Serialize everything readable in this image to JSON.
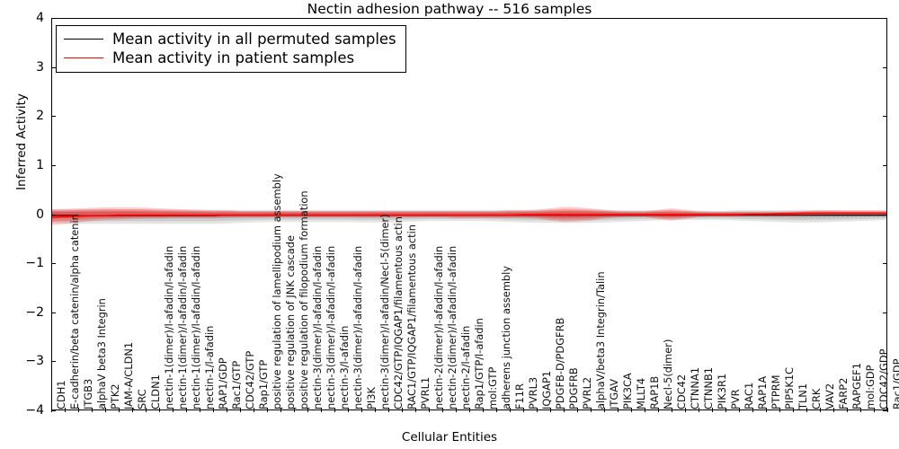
{
  "chart_data": {
    "type": "line",
    "title": "Nectin adhesion pathway -- 516 samples",
    "xlabel": "Cellular Entities",
    "ylabel": "Inferred Activity",
    "ylim": [
      -4,
      4
    ],
    "yticks": [
      -4,
      -3,
      -2,
      -1,
      0,
      1,
      2,
      3,
      4
    ],
    "grid": false,
    "legend_position": "upper left",
    "legend": [
      {
        "label": "Mean activity in all permuted samples",
        "color": "#000000"
      },
      {
        "label": "Mean activity in patient samples",
        "color": "#ff0000"
      }
    ],
    "categories": [
      "CDH1",
      "E-cadherin/beta catenin/alpha catenin",
      "ITGB3",
      "alphaV beta3 Integrin",
      "PTK2",
      "JAM-A/CLDN1",
      "SRC",
      "CLDN1",
      "nectin-1(dimer)/l-afadin/l-afadin",
      "nectin-1(dimer)/l-afadin/l-afadin",
      "nectin-1(dimer)/l-afadin/l-afadin",
      "nectin-1/l-afadin",
      "RAP1/GDP",
      "Rac1/GTP",
      "CDC42/GTP",
      "Rap1/GTP",
      "positive regulation of lamellipodium assembly",
      "positive regulation of JNK cascade",
      "positive regulation of filopodium formation",
      "nectin-3(dimer)/l-afadin/l-afadin",
      "nectin-3(dimer)/l-afadin/l-afadin",
      "nectin-3/l-afadin",
      "nectin-3(dimer)/l-afadin/l-afadin",
      "PI3K",
      "nectin-3(dimer)/l-afadin/Necl-5(dimer)",
      "CDC42/GTP/IQGAP1/filamentous actin",
      "RAC1/GTP/IQGAP1/filamentous actin",
      "PVRL1",
      "nectin-2(dimer)/l-afadin/l-afadin",
      "nectin-2(dimer)/l-afadin/l-afadin",
      "nectin-2/l-afadin",
      "Rap1/GTP/l-afadin",
      "mol:GTP",
      "adherens junction assembly",
      "F11R",
      "PVRL3",
      "IQGAP1",
      "PDGFB-D/PDGFRB",
      "PDGFRB",
      "PVRL2",
      "alphaV/beta3 Integrin/Talin",
      "ITGAV",
      "PIK3CA",
      "MLLT4",
      "RAP1B",
      "Necl-5(dimer)",
      "CDC42",
      "CTNNA1",
      "CTNNB1",
      "PIK3R1",
      "PVR",
      "RAC1",
      "RAP1A",
      "PTPRM",
      "PIP5K1C",
      "TLN1",
      "CRK",
      "VAV2",
      "FARP2",
      "RAPGEF1",
      "mol:GDP",
      "CDC42/GDP",
      "Rac1/GDP"
    ],
    "series": [
      {
        "name": "Mean activity in all permuted samples",
        "color": "#000000",
        "values": [
          -0.02,
          -0.02,
          -0.03,
          -0.03,
          -0.03,
          -0.03,
          -0.03,
          -0.03,
          -0.03,
          -0.03,
          -0.03,
          -0.03,
          -0.03,
          -0.02,
          -0.02,
          -0.02,
          -0.02,
          -0.02,
          -0.02,
          -0.02,
          -0.02,
          -0.02,
          -0.02,
          -0.02,
          -0.02,
          -0.02,
          -0.02,
          -0.02,
          -0.02,
          -0.02,
          -0.02,
          -0.02,
          -0.02,
          -0.02,
          -0.02,
          -0.02,
          -0.02,
          -0.02,
          -0.02,
          -0.02,
          -0.02,
          -0.02,
          -0.02,
          -0.02,
          -0.02,
          -0.02,
          -0.02,
          -0.02,
          -0.02,
          -0.02,
          -0.02,
          -0.02,
          -0.02,
          -0.02,
          -0.02,
          -0.02,
          -0.02,
          -0.02,
          -0.02,
          -0.02,
          -0.02,
          -0.02,
          -0.02
        ],
        "band_lower": [
          -0.18,
          -0.19,
          -0.2,
          -0.2,
          -0.2,
          -0.2,
          -0.2,
          -0.2,
          -0.2,
          -0.2,
          -0.2,
          -0.2,
          -0.2,
          -0.19,
          -0.18,
          -0.17,
          -0.16,
          -0.16,
          -0.16,
          -0.16,
          -0.16,
          -0.16,
          -0.16,
          -0.17,
          -0.17,
          -0.17,
          -0.16,
          -0.15,
          -0.14,
          -0.14,
          -0.14,
          -0.14,
          -0.14,
          -0.15,
          -0.16,
          -0.17,
          -0.18,
          -0.18,
          -0.18,
          -0.18,
          -0.18,
          -0.17,
          -0.16,
          -0.15,
          -0.14,
          -0.13,
          -0.12,
          -0.12,
          -0.12,
          -0.12,
          -0.12,
          -0.13,
          -0.14,
          -0.15,
          -0.16,
          -0.17,
          -0.17,
          -0.17,
          -0.16,
          -0.15,
          -0.14,
          -0.13,
          -0.12
        ],
        "band_upper": [
          0.1,
          0.1,
          0.1,
          0.1,
          0.1,
          0.1,
          0.1,
          0.1,
          0.09,
          0.09,
          0.09,
          0.09,
          0.09,
          0.09,
          0.08,
          0.08,
          0.08,
          0.08,
          0.08,
          0.08,
          0.08,
          0.08,
          0.08,
          0.08,
          0.08,
          0.08,
          0.08,
          0.08,
          0.08,
          0.08,
          0.08,
          0.08,
          0.08,
          0.08,
          0.09,
          0.09,
          0.09,
          0.09,
          0.09,
          0.09,
          0.09,
          0.09,
          0.08,
          0.08,
          0.08,
          0.08,
          0.07,
          0.07,
          0.07,
          0.07,
          0.07,
          0.08,
          0.08,
          0.08,
          0.08,
          0.08,
          0.08,
          0.08,
          0.08,
          0.07,
          0.07,
          0.07,
          0.07
        ]
      },
      {
        "name": "Mean activity in patient samples",
        "color": "#ff0000",
        "values": [
          -0.06,
          -0.05,
          -0.04,
          -0.03,
          -0.03,
          -0.02,
          -0.02,
          -0.02,
          -0.02,
          -0.02,
          -0.02,
          -0.02,
          -0.02,
          -0.02,
          -0.02,
          -0.02,
          -0.02,
          -0.02,
          -0.02,
          -0.02,
          -0.02,
          -0.02,
          -0.02,
          -0.02,
          -0.02,
          -0.02,
          -0.02,
          -0.02,
          -0.02,
          -0.02,
          -0.02,
          -0.02,
          -0.02,
          -0.02,
          -0.02,
          -0.01,
          -0.01,
          -0.01,
          -0.01,
          -0.01,
          -0.01,
          -0.01,
          -0.01,
          -0.01,
          -0.01,
          -0.01,
          -0.01,
          -0.01,
          -0.01,
          -0.01,
          -0.01,
          -0.01,
          0.0,
          0.0,
          0.01,
          0.01,
          0.02,
          0.02,
          0.02,
          0.02,
          0.02,
          0.02,
          0.02
        ],
        "band_lower": [
          -0.22,
          -0.2,
          -0.17,
          -0.14,
          -0.12,
          -0.11,
          -0.1,
          -0.09,
          -0.09,
          -0.08,
          -0.08,
          -0.08,
          -0.08,
          -0.07,
          -0.07,
          -0.07,
          -0.07,
          -0.07,
          -0.07,
          -0.07,
          -0.07,
          -0.07,
          -0.07,
          -0.07,
          -0.07,
          -0.07,
          -0.07,
          -0.07,
          -0.07,
          -0.07,
          -0.08,
          -0.08,
          -0.08,
          -0.08,
          -0.08,
          -0.08,
          -0.09,
          -0.13,
          -0.16,
          -0.15,
          -0.13,
          -0.09,
          -0.07,
          -0.06,
          -0.06,
          -0.1,
          -0.13,
          -0.1,
          -0.06,
          -0.05,
          -0.05,
          -0.05,
          -0.04,
          -0.04,
          -0.04,
          -0.04,
          -0.03,
          -0.02,
          -0.01,
          -0.01,
          -0.01,
          -0.01,
          -0.01
        ],
        "band_upper": [
          0.1,
          0.11,
          0.12,
          0.13,
          0.14,
          0.14,
          0.14,
          0.13,
          0.12,
          0.11,
          0.1,
          0.09,
          0.08,
          0.08,
          0.07,
          0.07,
          0.07,
          0.07,
          0.07,
          0.07,
          0.07,
          0.07,
          0.07,
          0.07,
          0.07,
          0.07,
          0.07,
          0.07,
          0.07,
          0.07,
          0.07,
          0.07,
          0.07,
          0.07,
          0.08,
          0.08,
          0.09,
          0.12,
          0.15,
          0.14,
          0.12,
          0.09,
          0.07,
          0.06,
          0.06,
          0.09,
          0.12,
          0.09,
          0.06,
          0.05,
          0.05,
          0.05,
          0.05,
          0.05,
          0.05,
          0.06,
          0.07,
          0.08,
          0.08,
          0.08,
          0.08,
          0.08,
          0.08
        ]
      }
    ]
  }
}
